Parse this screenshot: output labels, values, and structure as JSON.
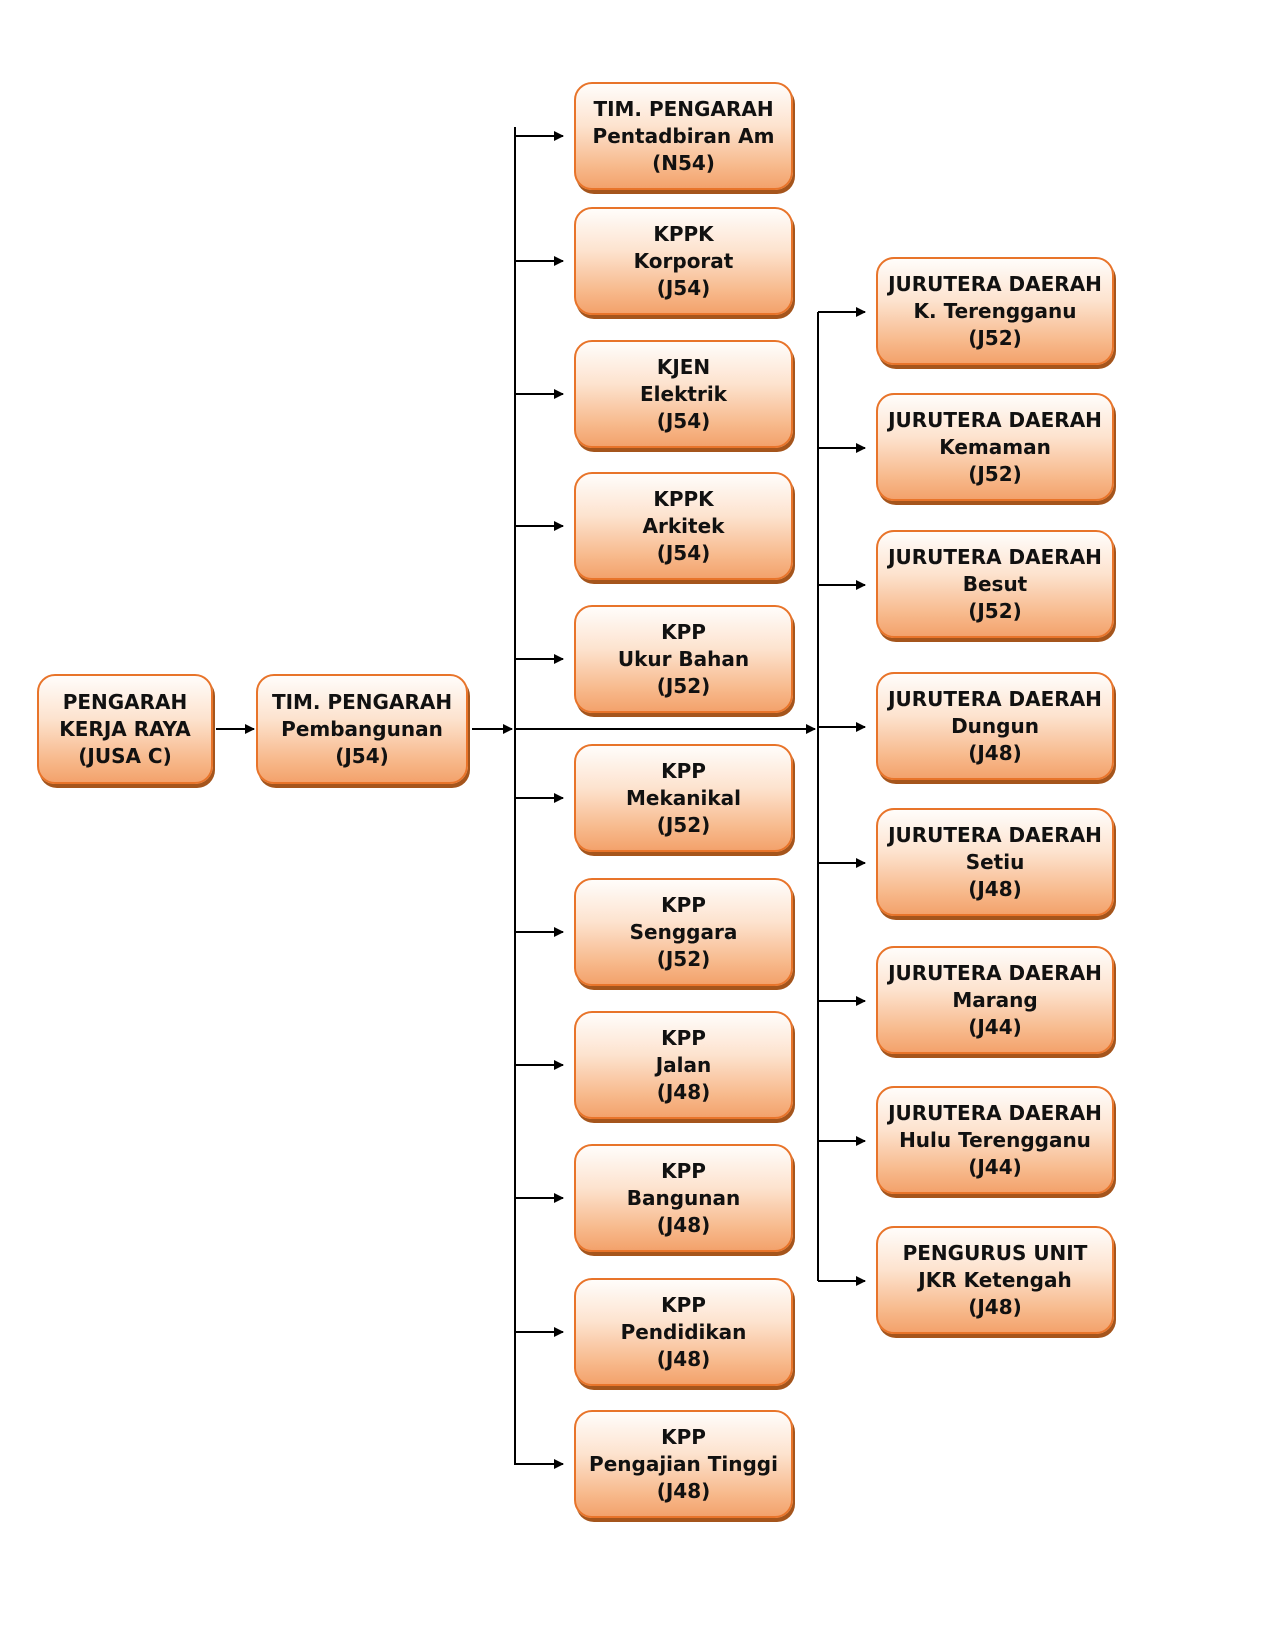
{
  "diagram": {
    "root": {
      "id": "pengarah",
      "lines": [
        "PENGARAH",
        "KERJA RAYA",
        "(JUSA C)"
      ]
    },
    "deputy": {
      "id": "tim-pengarah-pembangunan",
      "lines": [
        "TIM. PENGARAH",
        "Pembangunan",
        "(J54)"
      ]
    },
    "middle_column": [
      {
        "id": "tim-pengarah-pentadbiran",
        "lines": [
          "TIM. PENGARAH",
          "Pentadbiran Am",
          "(N54)"
        ]
      },
      {
        "id": "kppk-korporat",
        "lines": [
          "KPPK",
          "Korporat",
          "(J54)"
        ]
      },
      {
        "id": "kjen-elektrik",
        "lines": [
          "KJEN",
          "Elektrik",
          "(J54)"
        ]
      },
      {
        "id": "kppk-arkitek",
        "lines": [
          "KPPK",
          "Arkitek",
          "(J54)"
        ]
      },
      {
        "id": "kpp-ukur-bahan",
        "lines": [
          "KPP",
          "Ukur Bahan",
          "(J52)"
        ]
      },
      {
        "id": "kpp-mekanikal",
        "lines": [
          "KPP",
          "Mekanikal",
          "(J52)"
        ]
      },
      {
        "id": "kpp-senggara",
        "lines": [
          "KPP",
          "Senggara",
          "(J52)"
        ]
      },
      {
        "id": "kpp-jalan",
        "lines": [
          "KPP",
          "Jalan",
          "(J48)"
        ]
      },
      {
        "id": "kpp-bangunan",
        "lines": [
          "KPP",
          "Bangunan",
          "(J48)"
        ]
      },
      {
        "id": "kpp-pendidikan",
        "lines": [
          "KPP",
          "Pendidikan",
          "(J48)"
        ]
      },
      {
        "id": "kpp-pengajian-tinggi",
        "lines": [
          "KPP",
          "Pengajian Tinggi",
          "(J48)"
        ]
      }
    ],
    "right_column": [
      {
        "id": "jd-k-terengganu",
        "lines": [
          "JURUTERA DAERAH",
          "K. Terengganu",
          "(J52)"
        ]
      },
      {
        "id": "jd-kemaman",
        "lines": [
          "JURUTERA DAERAH",
          "Kemaman",
          "(J52)"
        ]
      },
      {
        "id": "jd-besut",
        "lines": [
          "JURUTERA DAERAH",
          "Besut",
          "(J52)"
        ]
      },
      {
        "id": "jd-dungun",
        "lines": [
          "JURUTERA DAERAH",
          "Dungun",
          "(J48)"
        ]
      },
      {
        "id": "jd-setiu",
        "lines": [
          "JURUTERA DAERAH",
          "Setiu",
          "(J48)"
        ]
      },
      {
        "id": "jd-marang",
        "lines": [
          "JURUTERA DAERAH",
          "Marang",
          "(J44)"
        ]
      },
      {
        "id": "jd-hulu-terengganu",
        "lines": [
          "JURUTERA DAERAH",
          "Hulu Terengganu",
          "(J44)"
        ]
      },
      {
        "id": "pengurus-unit-ketengah",
        "lines": [
          "PENGURUS UNIT",
          "JKR Ketengah",
          "(J48)"
        ]
      }
    ],
    "colors": {
      "box_border": "#e8742a",
      "box_fill": "#f7b88a",
      "connector": "#000000"
    }
  }
}
